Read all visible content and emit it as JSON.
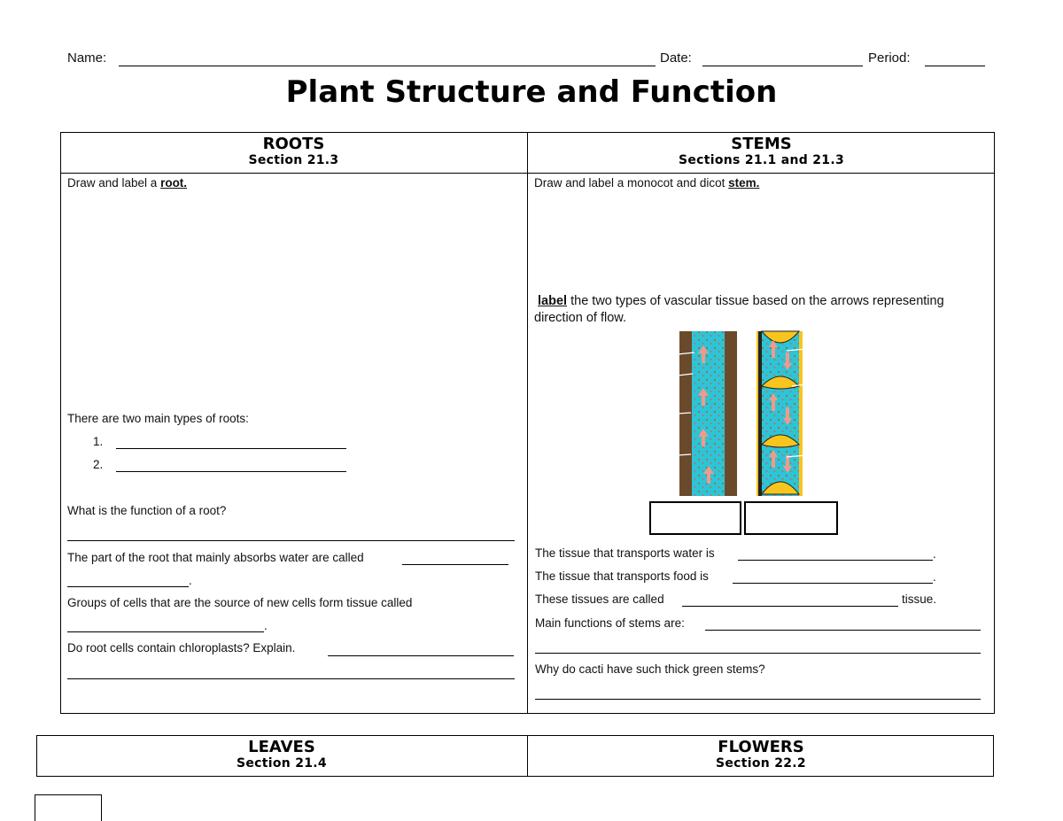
{
  "header": {
    "name_label": "Name:",
    "date_label": "Date:",
    "period_label": "Period:"
  },
  "title": "Plant Structure and Function",
  "roots": {
    "heading": "ROOTS",
    "section": "Section 21.3",
    "draw_prefix": "Draw and label a ",
    "draw_keyword": "root.",
    "types_prompt": "There are two main types of roots:",
    "item1_num": "1.",
    "item2_num": "2.",
    "function_q": "What is the function of a root?",
    "absorb_q": "The part of the root that mainly absorbs water are called",
    "groups_q": "Groups of cells that are the source of new cells form tissue called",
    "chloro_q": "Do root cells contain chloroplasts? Explain.",
    "period": "."
  },
  "stems": {
    "heading": "STEMS",
    "section": "Sections 21.1 and 21.3",
    "draw_prefix": "Draw and label a monocot and dicot ",
    "draw_keyword": "stem.",
    "label_keyword": "label",
    "label_rest": " the two types of vascular tissue based on the arrows representing direction of flow.",
    "water_q": "The tissue that transports water is",
    "food_q": "The tissue that transports food is",
    "called_q": "These tissues are called",
    "called_suffix": "tissue.",
    "functions_q": "Main functions of stems are:",
    "cacti_q": "Why do cacti have such thick green stems?",
    "period": "."
  },
  "leaves": {
    "heading": "LEAVES",
    "section": "Section 21.4"
  },
  "flowers": {
    "heading": "FLOWERS",
    "section": "Section 22.2"
  },
  "colors": {
    "xylem_bark": "#6b4a2b",
    "vessel_fill": "#2ec4d6",
    "phloem_yellow": "#f7c51e",
    "arrow": "#f19a8a"
  }
}
